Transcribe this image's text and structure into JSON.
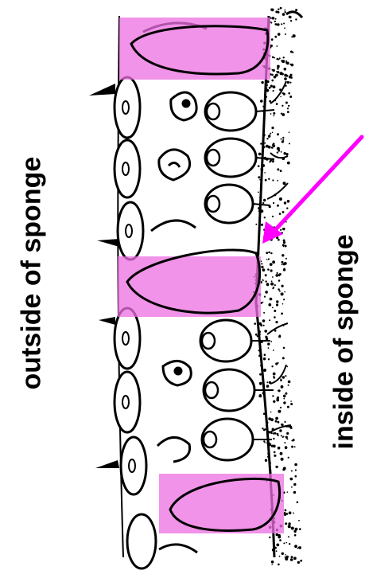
{
  "diagram": {
    "labels": {
      "outside": "outside of sponge",
      "inside": "inside of sponge"
    },
    "colors": {
      "ink": "#000000",
      "highlight": "#ec6fe0",
      "arrow": "#ff00ff",
      "background": "#ffffff"
    },
    "highlighted_cells": 3,
    "arrow_points_to": "highlighted-cell-middle"
  }
}
